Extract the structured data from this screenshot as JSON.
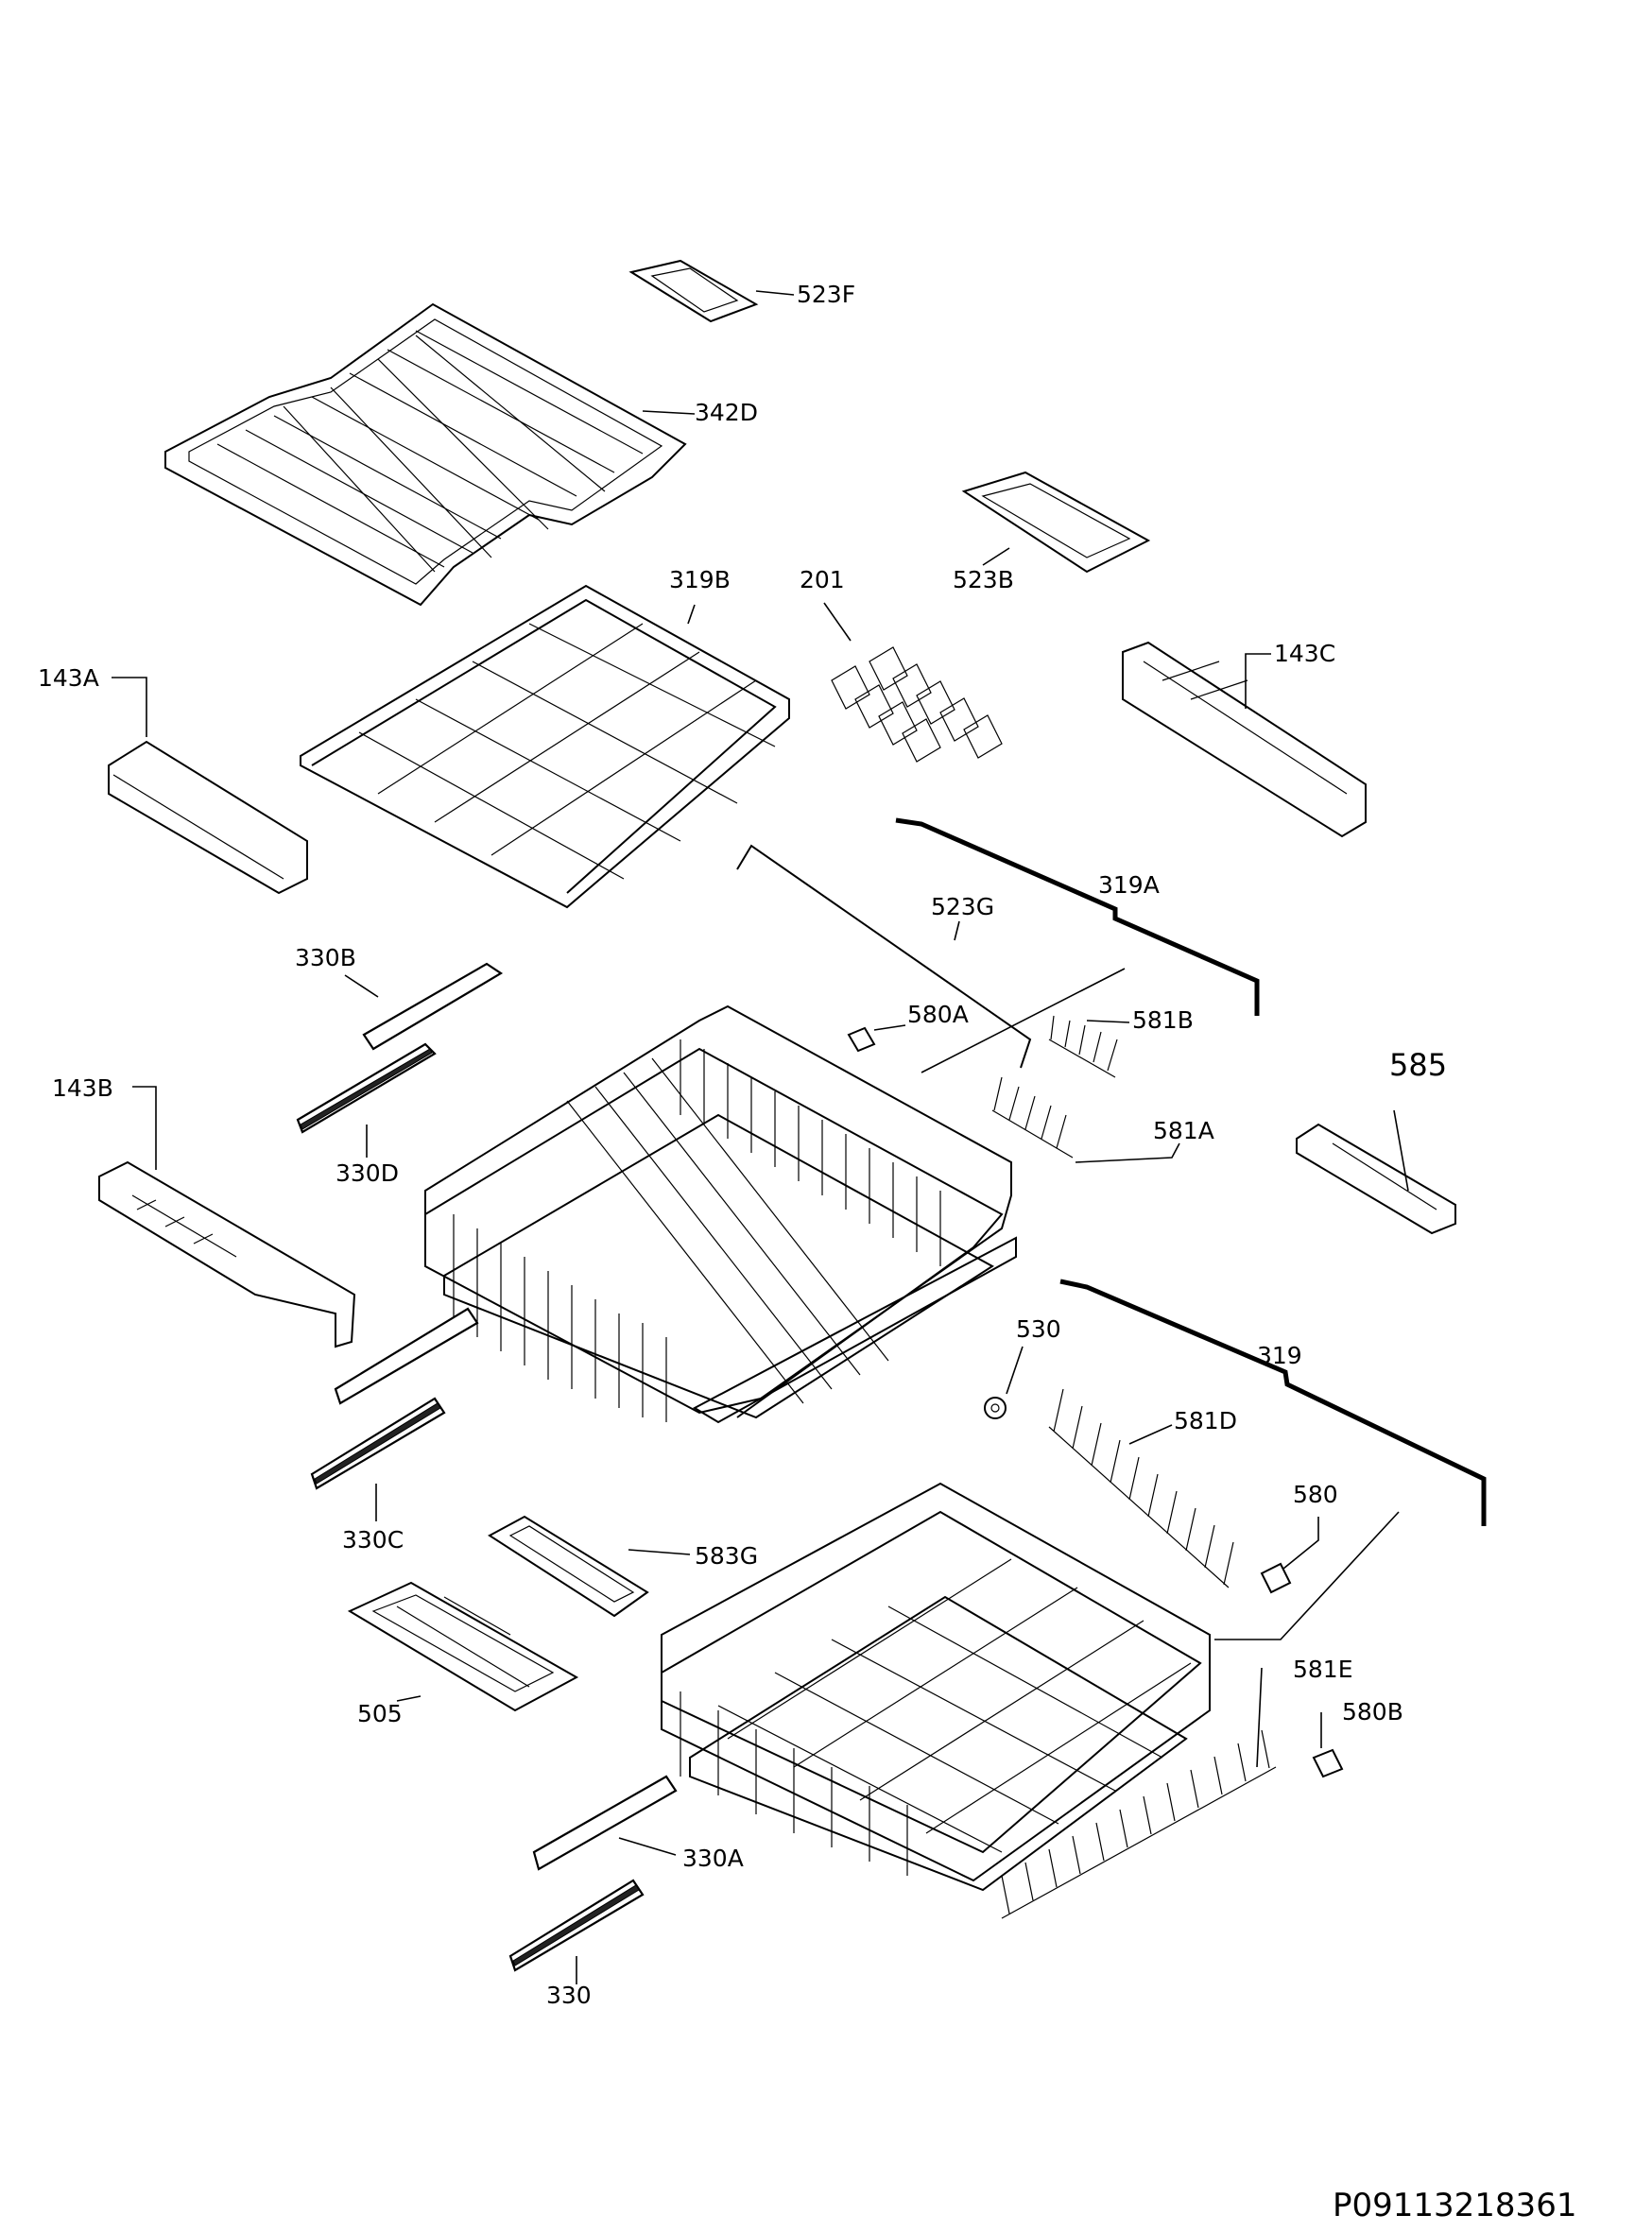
{
  "diagram": {
    "drawing_code": "P09113218361",
    "labels": {
      "523F": "523F",
      "342D": "342D",
      "523B": "523B",
      "319B": "319B",
      "201": "201",
      "143A": "143A",
      "143C": "143C",
      "319A": "319A",
      "523G": "523G",
      "330B": "330B",
      "580A": "580A",
      "581B": "581B",
      "585": "585",
      "143B": "143B",
      "581A": "581A",
      "330D": "330D",
      "530": "530",
      "319": "319",
      "581D": "581D",
      "330C": "330C",
      "580": "580",
      "583G": "583G",
      "581E": "581E",
      "505": "505",
      "580B": "580B",
      "330A": "330A",
      "330": "330"
    }
  }
}
